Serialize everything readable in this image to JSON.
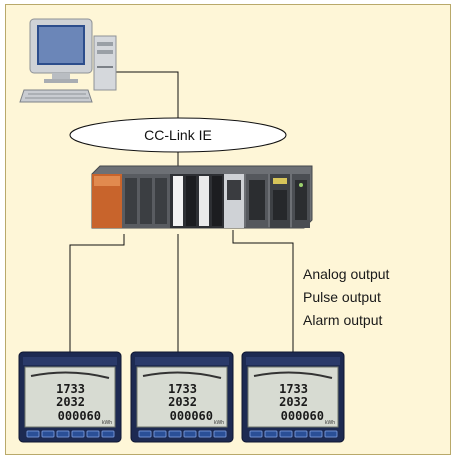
{
  "network": {
    "label": "CC-Link IE"
  },
  "outputs": [
    "Analog output",
    "Pulse output",
    "Alarm output"
  ],
  "meters": [
    {
      "line1": "1733",
      "line2": "2032",
      "line3": "000060",
      "unit": "kWh"
    },
    {
      "line1": "1733",
      "line2": "2032",
      "line3": "000060",
      "unit": "kWh"
    },
    {
      "line1": "1733",
      "line2": "2032",
      "line3": "000060",
      "unit": "kWh"
    }
  ],
  "colors": {
    "background": "#fef6d7",
    "border": "#b9a96a",
    "line": "#111111",
    "meter_buttons": "#2a4f97"
  }
}
